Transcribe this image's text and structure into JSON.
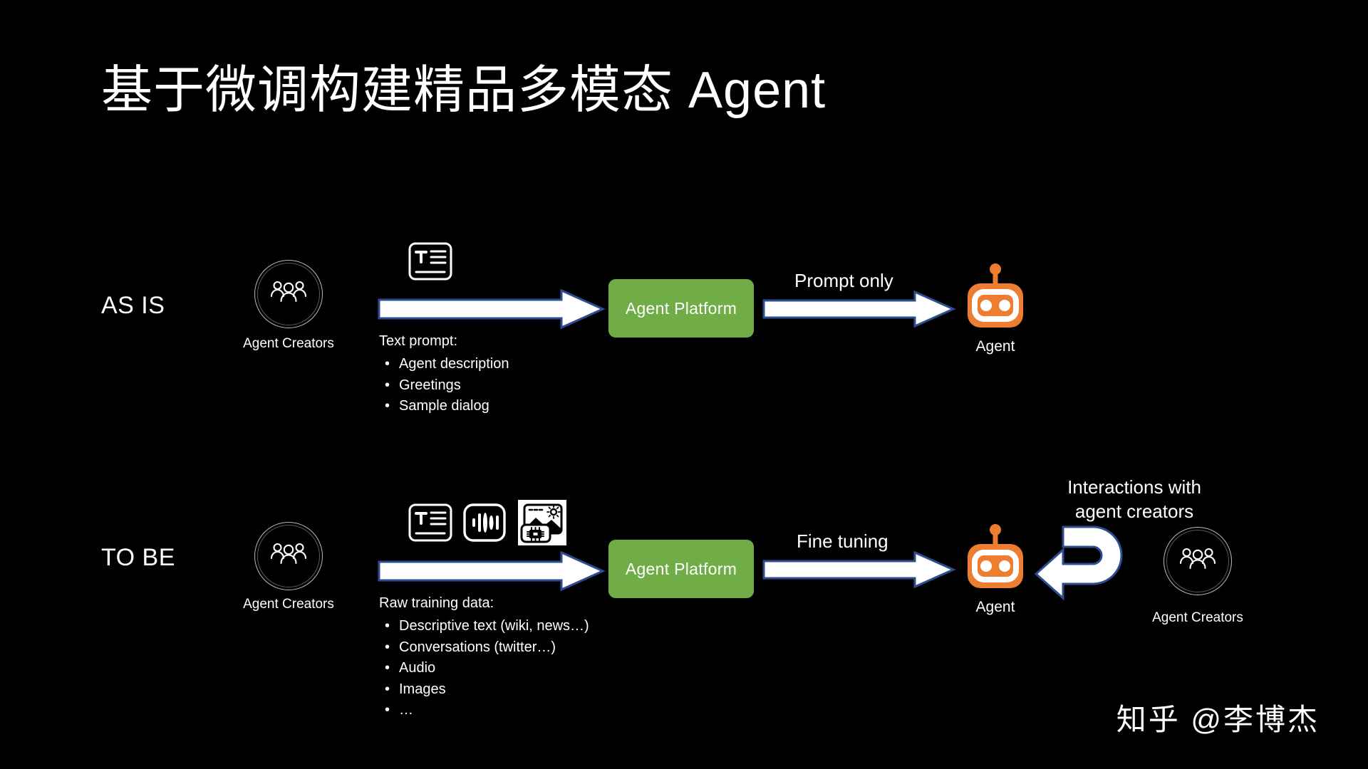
{
  "slide": {
    "title": "基于微调构建精品多模态 Agent",
    "background_color": "#000000",
    "watermark": "知乎 @李博杰"
  },
  "colors": {
    "platform_green": "#70AD47",
    "agent_orange": "#ED7D31",
    "arrow_fill": "#FFFFFF",
    "arrow_outline": "#2E4C93",
    "text": "#FFFFFF"
  },
  "rows": [
    {
      "id": "as-is",
      "label": "AS IS",
      "creators": {
        "label": "Agent Creators",
        "icon": "people-group-icon"
      },
      "media_icons": [
        {
          "name": "text-document-icon",
          "label": "Text"
        }
      ],
      "notes": {
        "title": "Text prompt:",
        "bullet": "•",
        "items": [
          "Agent description",
          "Greetings",
          "Sample dialog"
        ]
      },
      "platform": {
        "label": "Agent Platform"
      },
      "flow_label": "Prompt only",
      "agent": {
        "label": "Agent",
        "icon": "robot-icon"
      }
    },
    {
      "id": "to-be",
      "label": "TO BE",
      "creators": {
        "label": "Agent Creators",
        "icon": "people-group-icon"
      },
      "media_icons": [
        {
          "name": "text-document-icon",
          "label": "Text"
        },
        {
          "name": "audio-waveform-icon",
          "label": "Audio"
        },
        {
          "name": "image-photo-icon",
          "label": "Images"
        }
      ],
      "notes": {
        "title": "Raw training data:",
        "bullet": "•",
        "items": [
          "Descriptive text (wiki, news…)",
          "Conversations (twitter…)",
          "Audio",
          "Images",
          "…"
        ]
      },
      "platform": {
        "label": "Agent Platform"
      },
      "flow_label": "Fine tuning",
      "agent": {
        "label": "Agent",
        "icon": "robot-icon"
      },
      "feedback": {
        "label_line1": "Interactions with",
        "label_line2": "agent creators",
        "loop_icon": "u-turn-arrow-icon",
        "creators_label": "Agent Creators",
        "creators_icon": "people-group-icon"
      }
    }
  ]
}
